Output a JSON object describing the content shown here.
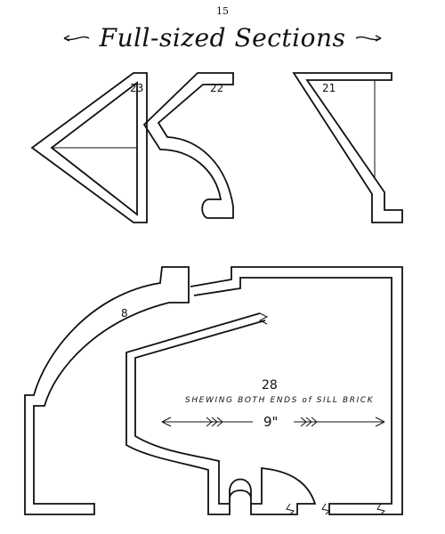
{
  "page": {
    "number": "15",
    "title": "Full-sized Sections"
  },
  "figures": {
    "fig23": {
      "label": "23"
    },
    "fig22": {
      "label": "22"
    },
    "fig21": {
      "label": "21"
    },
    "fig8": {
      "label": "8"
    },
    "fig28": {
      "label": "28",
      "caption": "SHEWING BOTH ENDS of SILL BRICK",
      "dimension": "9\""
    }
  },
  "colors": {
    "ink": "#111111",
    "paper": "#ffffff"
  }
}
